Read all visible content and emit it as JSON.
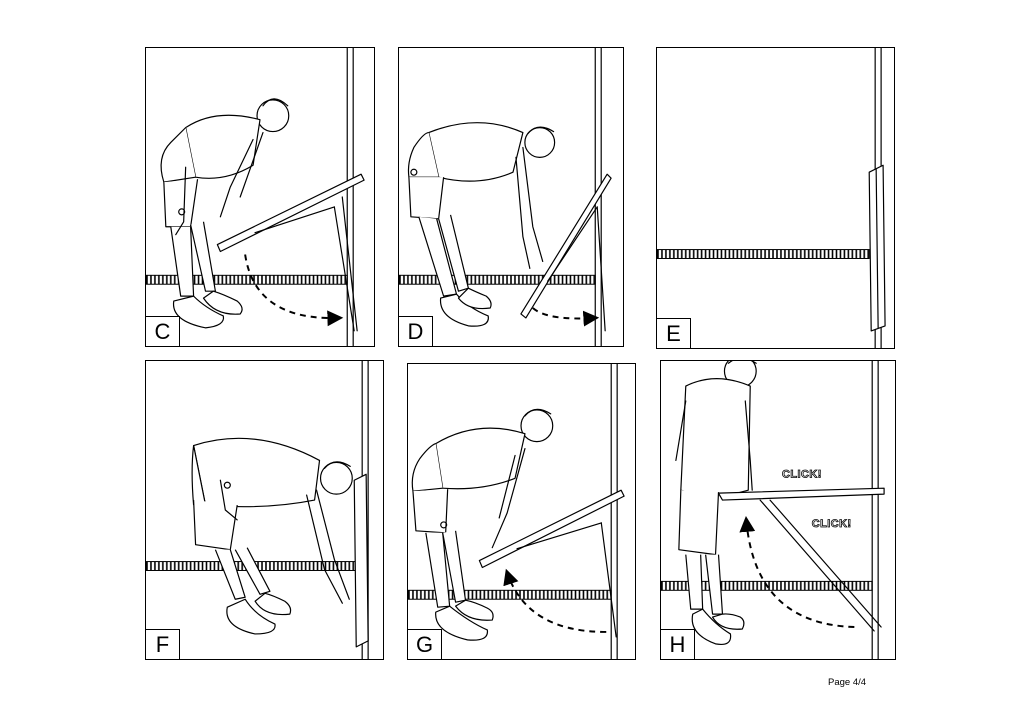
{
  "panels": [
    {
      "letter": "C"
    },
    {
      "letter": "D"
    },
    {
      "letter": "E"
    },
    {
      "letter": "F"
    },
    {
      "letter": "G"
    },
    {
      "letter": "H",
      "sound_effects": [
        "CLICK!",
        "CLICK!"
      ]
    }
  ],
  "footer": {
    "page": "Page 4/4"
  }
}
